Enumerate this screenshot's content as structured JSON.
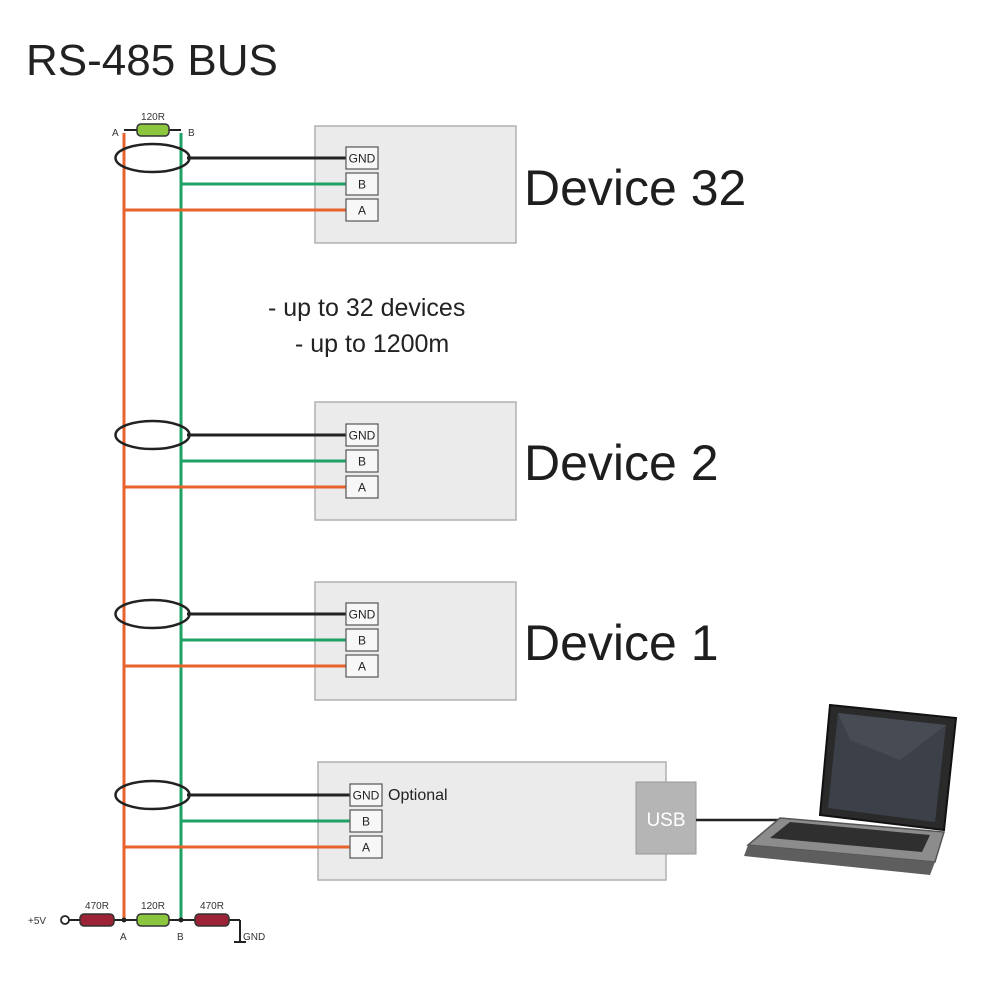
{
  "title": "RS-485 BUS",
  "notes": [
    "- up to 32 devices",
    "- up to 1200m"
  ],
  "bus": {
    "line_a_label": "A",
    "line_b_label": "B",
    "top_terminator": "120R",
    "bottom_bias": {
      "supply_label": "+5V",
      "pullup": "470R",
      "terminator": "120R",
      "pulldown": "470R",
      "ground_label": "GND"
    }
  },
  "devices": [
    {
      "name": "Device 32",
      "terminals": [
        "GND",
        "B",
        "A"
      ]
    },
    {
      "name": "Device 2",
      "terminals": [
        "GND",
        "B",
        "A"
      ]
    },
    {
      "name": "Device 1",
      "terminals": [
        "GND",
        "B",
        "A"
      ]
    }
  ],
  "converter": {
    "label": "Optional",
    "terminals": [
      "GND",
      "B",
      "A"
    ],
    "port_label": "USB"
  },
  "colors": {
    "line_a": "#e8622c",
    "line_b": "#1fa266",
    "ground_wire": "#222222",
    "resistor_120": "#8cc63f",
    "resistor_470": "#9b2335",
    "device_box": "#ebebeb"
  }
}
